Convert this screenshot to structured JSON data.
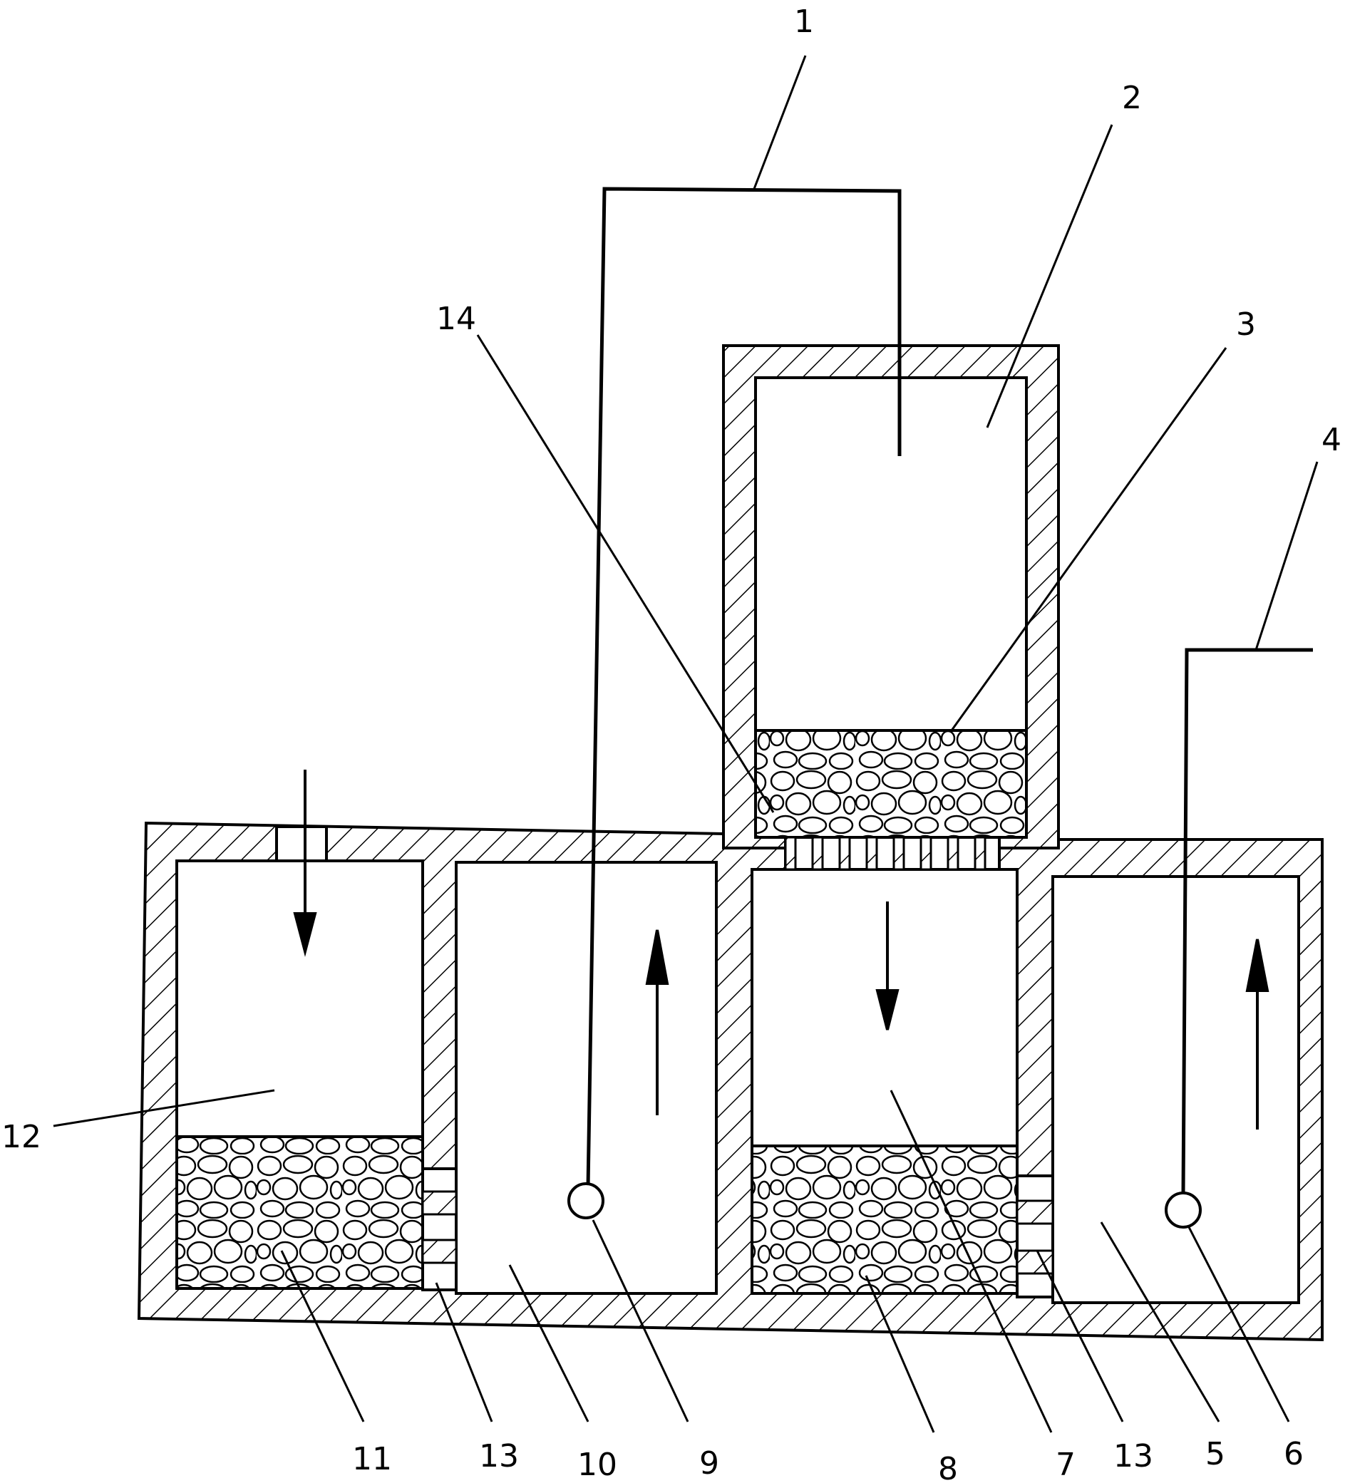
{
  "labels": {
    "l1": "1",
    "l2": "2",
    "l3": "3",
    "l4": "4",
    "l5": "5",
    "l6": "6",
    "l7": "7",
    "l8": "8",
    "l9": "9",
    "l10": "10",
    "l11": "11",
    "l12": "12",
    "l13a": "13",
    "l13b": "13",
    "l14": "14"
  },
  "colors": {
    "line": "#000000",
    "background": "#ffffff"
  }
}
